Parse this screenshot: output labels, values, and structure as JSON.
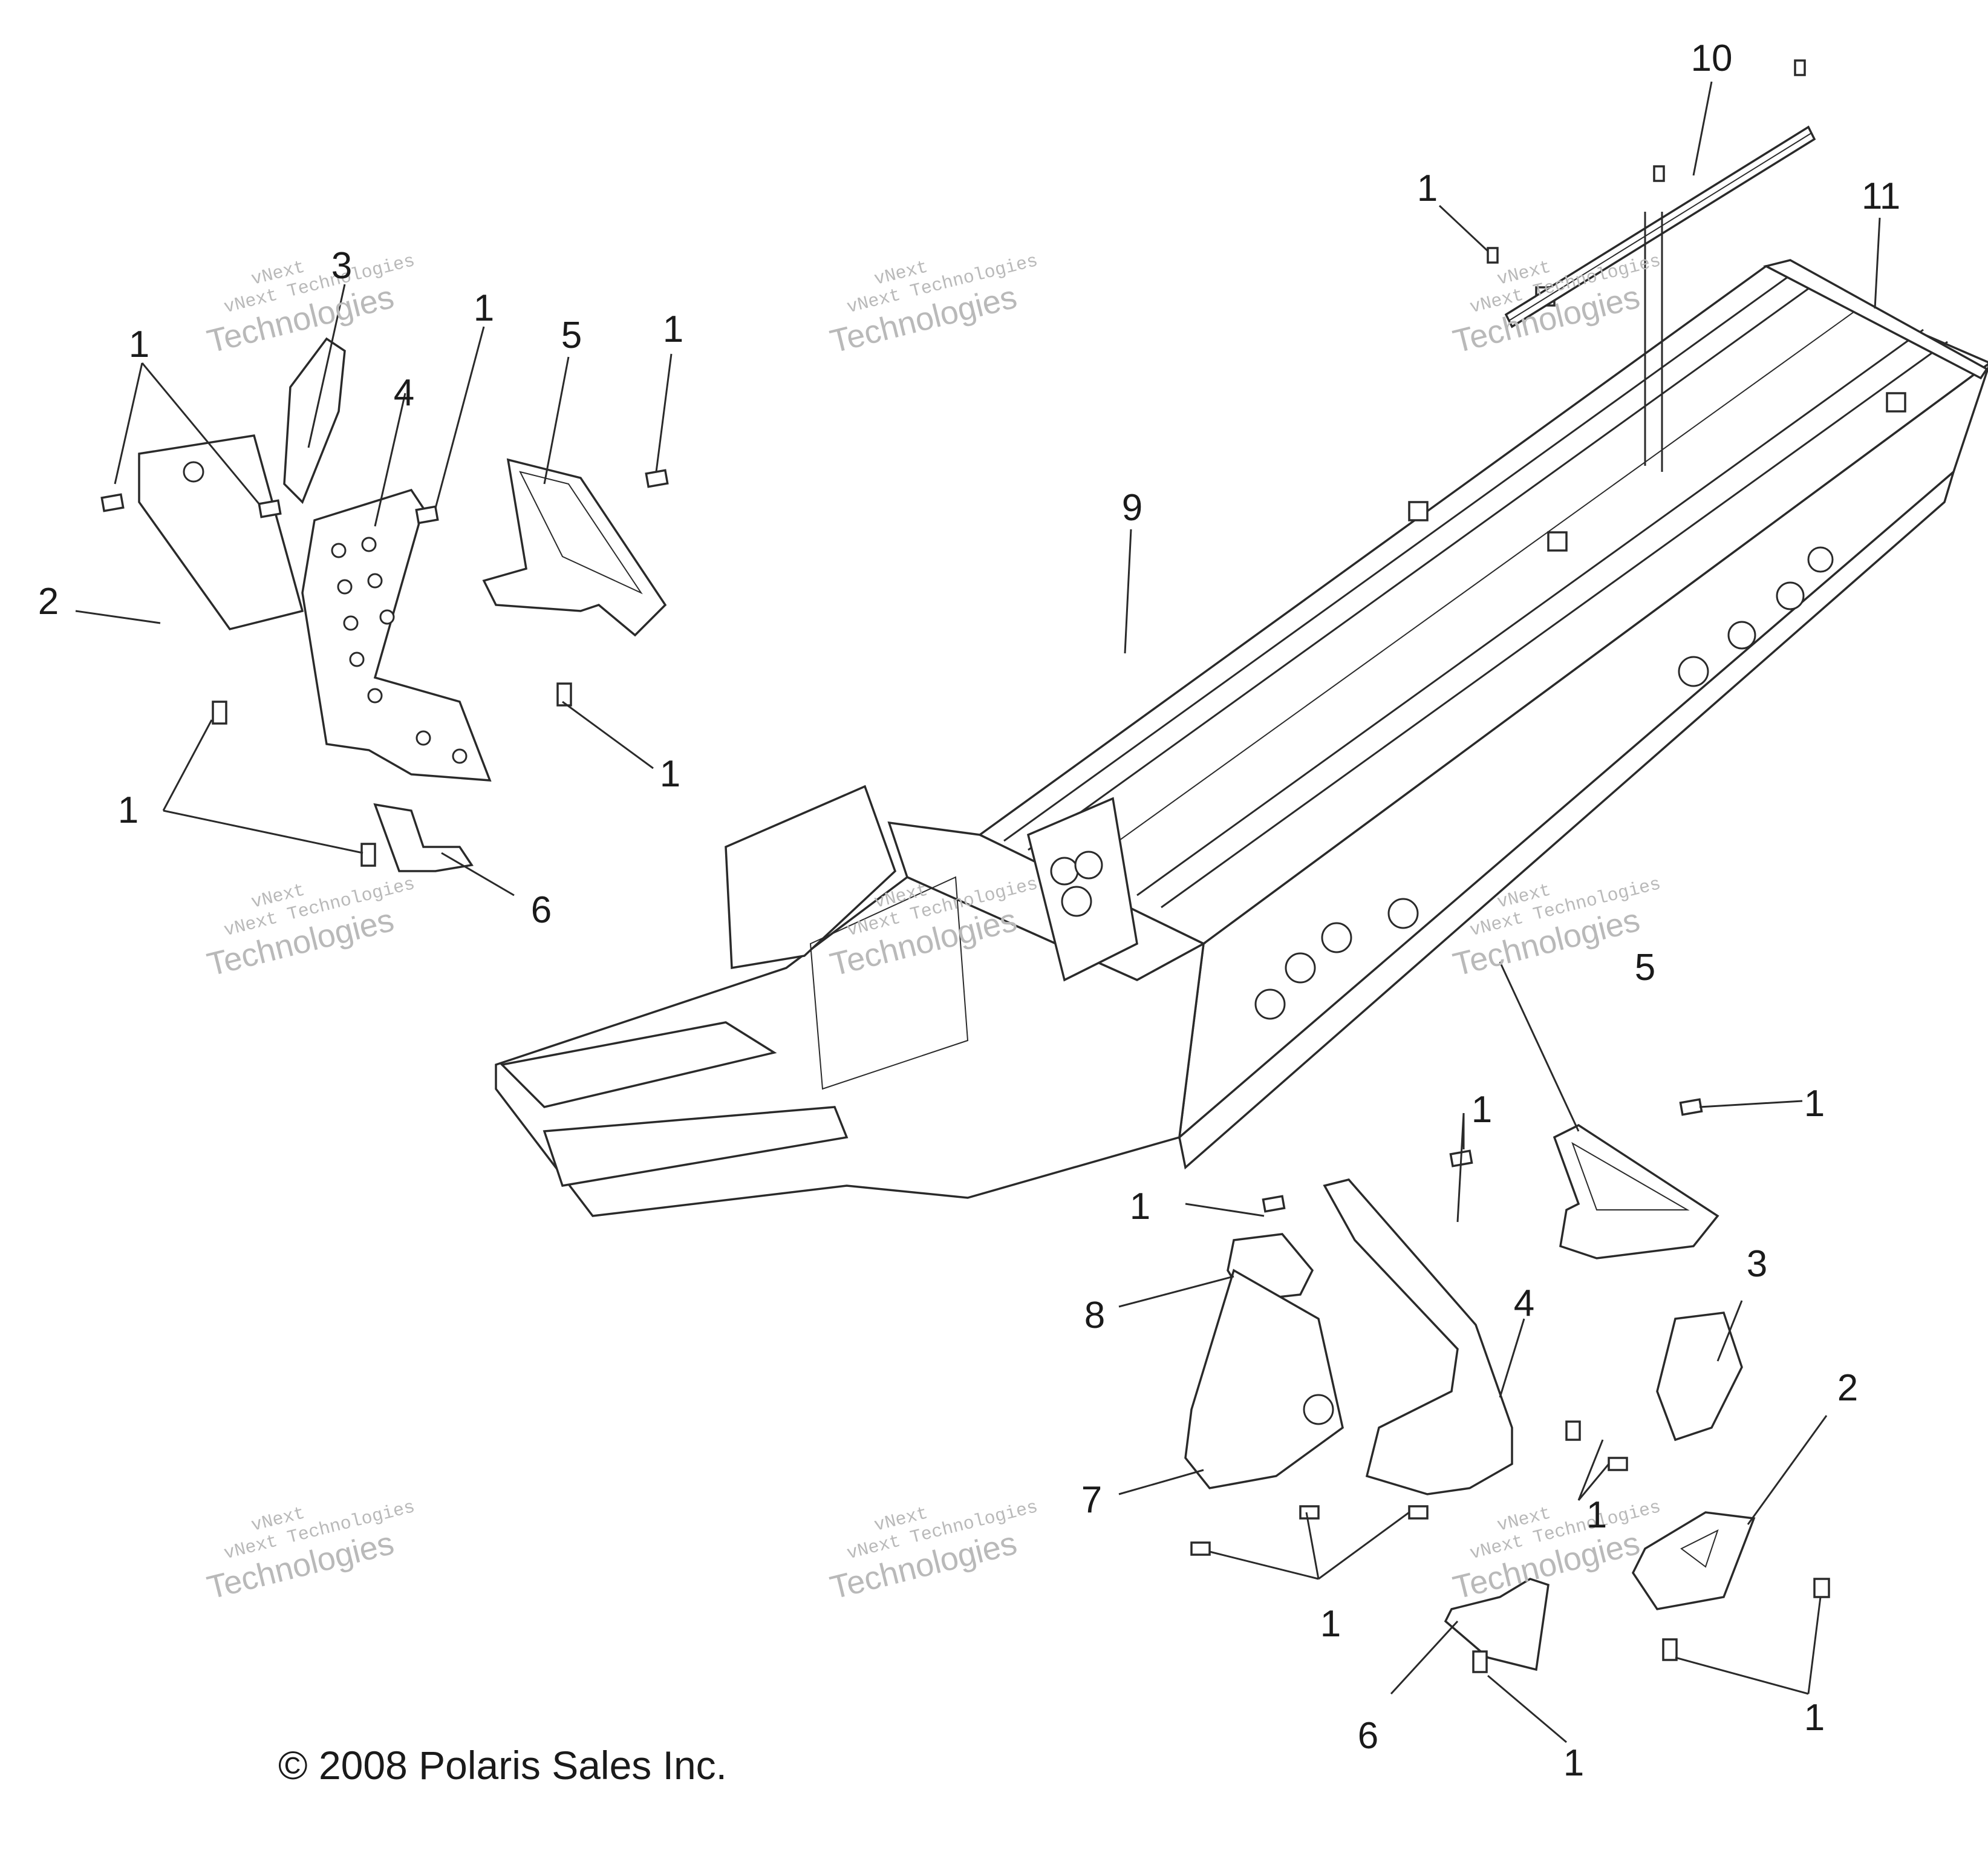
{
  "callouts": {
    "c1_a": "1",
    "c1_b": "1",
    "c1_c": "1",
    "c1_d": "1",
    "c1_e": "1",
    "c1_f": "1",
    "c1_g": "1",
    "c1_h": "1",
    "c1_i": "1",
    "c1_j": "1",
    "c1_k": "1",
    "c1_l": "1",
    "c1_m": "1",
    "c2_a": "2",
    "c2_b": "2",
    "c3_a": "3",
    "c3_b": "3",
    "c4_a": "4",
    "c4_b": "4",
    "c5_a": "5",
    "c5_b": "5",
    "c6_a": "6",
    "c6_b": "6",
    "c7": "7",
    "c8": "8",
    "c9": "9",
    "c10": "10",
    "c11": "11"
  },
  "watermark": {
    "line1": "vNext",
    "line2": "vNext Technologies",
    "line3": "Technologies"
  },
  "copyright": "© 2008 Polaris Sales Inc."
}
